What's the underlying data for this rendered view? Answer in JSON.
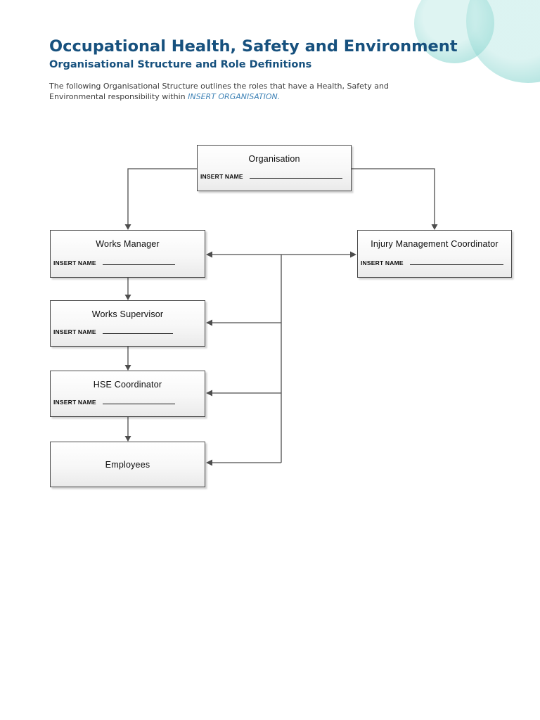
{
  "header": {
    "title": "Occupational Health, Safety and Environment",
    "subtitle": "Organisational Structure and Role Definitions",
    "intro_line1": "The following Organisational Structure outlines the roles that have a Health, Safety and",
    "intro_line2": "Environmental responsibility within ",
    "intro_highlight": "INSERT ORGANISATION."
  },
  "colors": {
    "heading_blue": "#17517e",
    "accent_blue": "#3e82b6",
    "body_text": "#3b3b3b",
    "connector_line": "#4d4d4d",
    "bubble_teal": "#74cec7",
    "node_border": "#4a4a4a"
  },
  "chart": {
    "type": "org-structure-diagram",
    "insert_name_label": "INSERT NAME",
    "nodes": [
      {
        "id": "organisation",
        "title": "Organisation",
        "has_insert_name": true
      },
      {
        "id": "works-manager",
        "title": "Works Manager",
        "has_insert_name": true
      },
      {
        "id": "injury-management-coordinator",
        "title": "Injury Management Coordinator",
        "has_insert_name": true
      },
      {
        "id": "works-supervisor",
        "title": "Works Supervisor",
        "has_insert_name": true
      },
      {
        "id": "hse-coordinator",
        "title": "HSE Coordinator",
        "has_insert_name": true
      },
      {
        "id": "employees",
        "title": "Employees",
        "has_insert_name": false
      }
    ],
    "edges": [
      {
        "from": "organisation",
        "to": "works-manager",
        "style": "arrow-down"
      },
      {
        "from": "organisation",
        "to": "injury-management-coordinator",
        "style": "arrow-down"
      },
      {
        "from": "works-manager",
        "to": "injury-management-coordinator",
        "style": "double-arrow"
      },
      {
        "from": "works-manager",
        "to": "works-supervisor",
        "style": "arrow-down"
      },
      {
        "from": "works-supervisor",
        "to": "hse-coordinator",
        "style": "arrow-down"
      },
      {
        "from": "hse-coordinator",
        "to": "employees",
        "style": "arrow-down"
      },
      {
        "from": "trunk",
        "to": "works-supervisor",
        "style": "arrow-left"
      },
      {
        "from": "trunk",
        "to": "hse-coordinator",
        "style": "arrow-left"
      },
      {
        "from": "trunk",
        "to": "employees",
        "style": "arrow-left"
      }
    ]
  }
}
